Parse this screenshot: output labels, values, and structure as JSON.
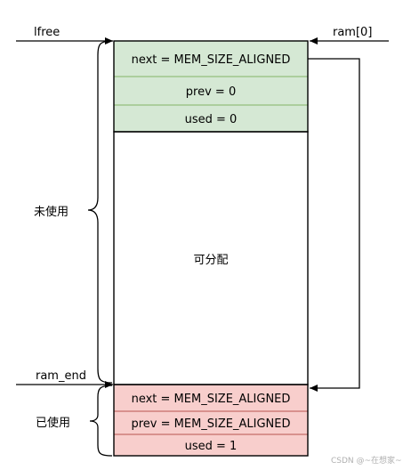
{
  "labels": {
    "lfree": "lfree",
    "ram0": "ram[0]",
    "ram_end": "ram_end",
    "unused": "未使用",
    "used_region": "已使用"
  },
  "top_block": {
    "next": "next = MEM_SIZE_ALIGNED",
    "prev": "prev = 0",
    "used": "used = 0"
  },
  "free_area": {
    "label": "可分配"
  },
  "bottom_block": {
    "next": "next = MEM_SIZE_ALIGNED",
    "prev": "prev = MEM_SIZE_ALIGNED",
    "used": "used = 1"
  },
  "watermark": "CSDN @~在想家~",
  "colors": {
    "used_block_fill": "#d5e8d4",
    "used_block_stroke": "#82b366",
    "end_block_fill": "#f8cecc",
    "end_block_stroke": "#b85450",
    "free_fill": "#ffffff",
    "line": "#000000"
  }
}
